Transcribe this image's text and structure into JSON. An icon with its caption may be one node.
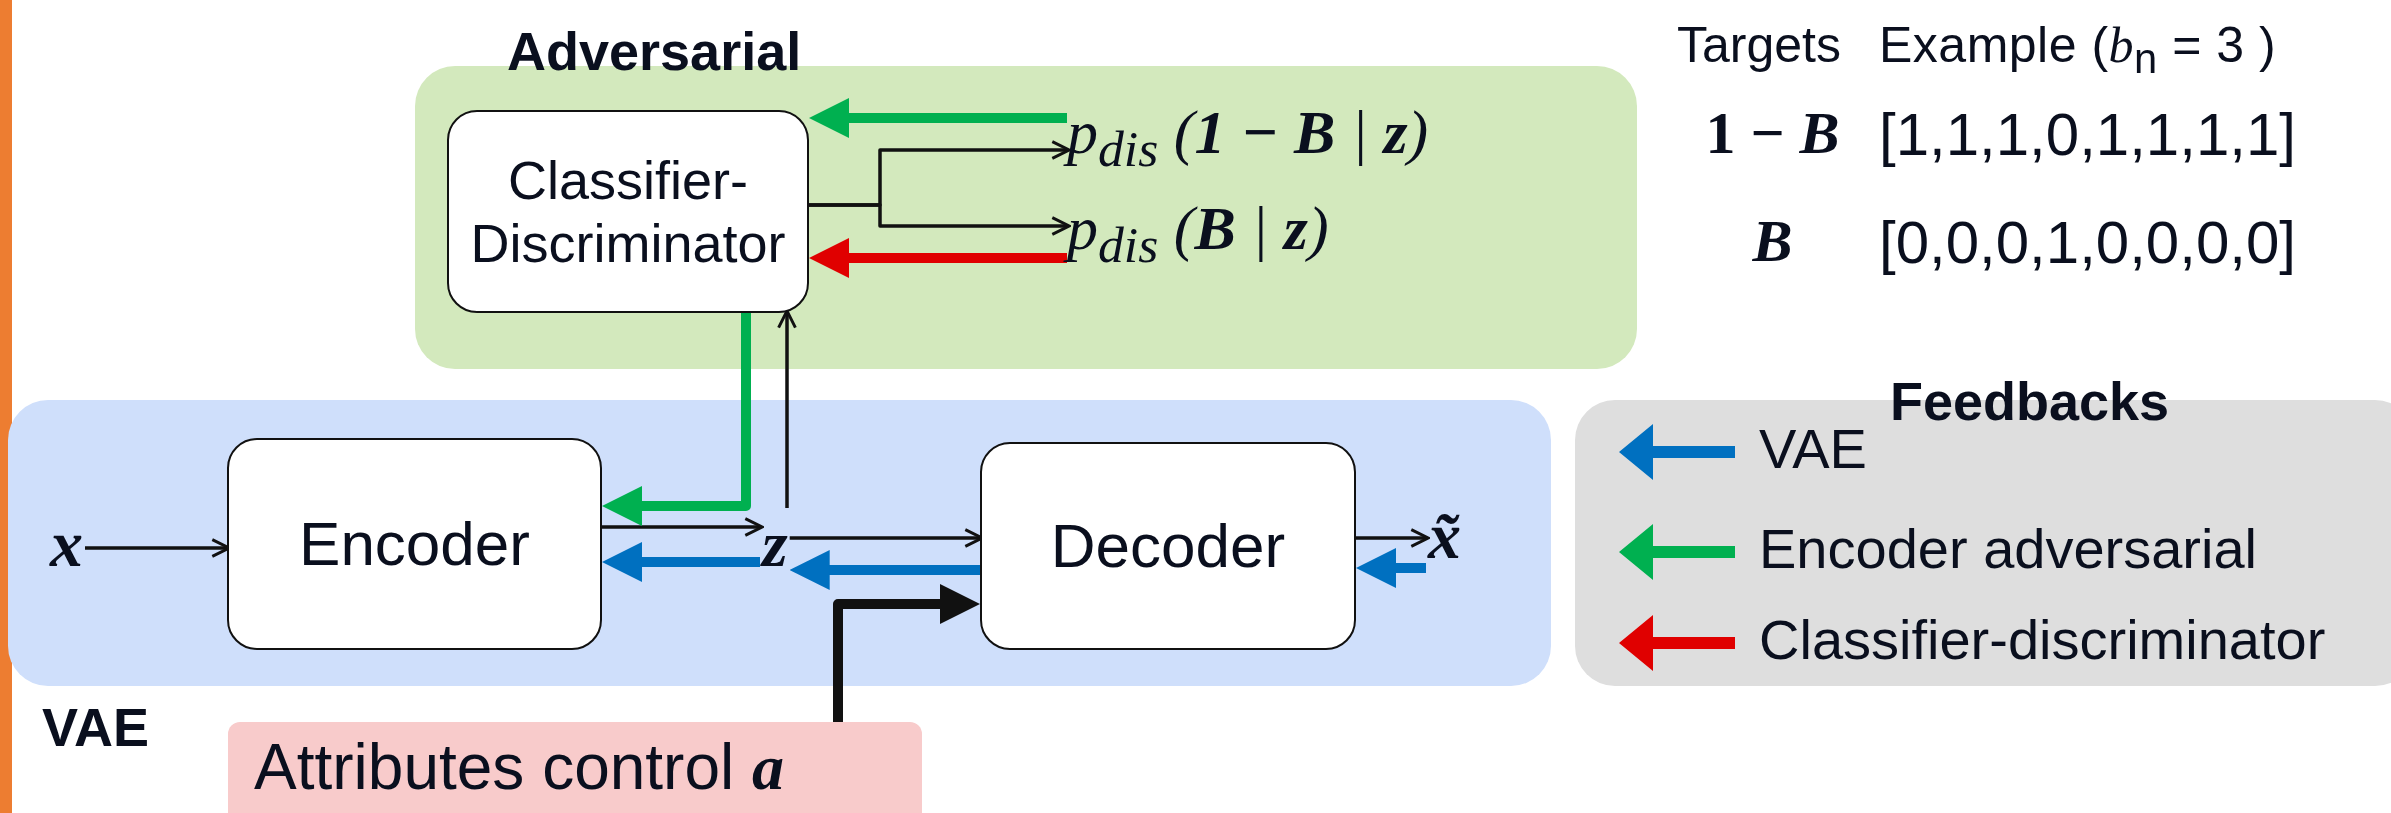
{
  "diagram": {
    "nodes": [
      {
        "text": [
          "Adversarial"
        ]
      },
      {
        "text": [
          "Classifier-Discriminator"
        ],
        "in": 0
      },
      {
        "text": [
          "p$_{dis}$ (**1 − B** | **z**)"
        ],
        "in": 0
      },
      {
        "text": [
          "p$_{dis}$ (**B** | **z**)"
        ],
        "in": 0
      },
      {
        "text": [
          "VAE"
        ]
      },
      {
        "text": [
          "x"
        ],
        "in": 4
      },
      {
        "text": [
          "Encoder"
        ],
        "in": 4
      },
      {
        "text": [
          "z"
        ],
        "in": 4
      },
      {
        "text": [
          "Decoder"
        ],
        "in": 4
      },
      {
        "text": [
          "x̃"
        ],
        "in": 4
      },
      {
        "text": [
          "Attributes control **a**"
        ]
      }
    ],
    "edges": [
      {
        "from": 5,
        "to": 6,
        "arrow": "to"
      },
      {
        "from": 6,
        "to": 7,
        "arrow": "to"
      },
      {
        "from": 7,
        "to": 6,
        "arrow": "to",
        "style": "thick",
        "color": "#0070c0"
      },
      {
        "from": 7,
        "to": 8,
        "arrow": "to"
      },
      {
        "from": 8,
        "to": 7,
        "arrow": "to",
        "style": "thick",
        "color": "#0070c0"
      },
      {
        "from": 8,
        "to": 9,
        "arrow": "to"
      },
      {
        "from": 9,
        "to": 8,
        "arrow": "to",
        "style": "thick",
        "color": "#0070c0"
      },
      {
        "from": 7,
        "to": 1,
        "arrow": "to"
      },
      {
        "from": 1,
        "to": 6,
        "arrow": "to",
        "style": "thick",
        "color": "#00b050"
      },
      {
        "from": 10,
        "to": 8,
        "arrow": "to",
        "style": "thick"
      },
      {
        "from": 1,
        "to": 2,
        "arrow": "to"
      },
      {
        "from": 1,
        "to": 3,
        "arrow": "to"
      },
      {
        "from": 2,
        "to": 1,
        "arrow": "to",
        "style": "thick",
        "color": "#00b050"
      },
      {
        "from": 3,
        "to": 1,
        "arrow": "to",
        "style": "thick",
        "color": "#e00000"
      }
    ],
    "labels": [
      "Targets",
      "Example (*b*$_{n}$ = 3 )",
      "1 − *B*",
      "[1,1,1,0,1,1,1,1]",
      "*B*",
      "[0,0,0,1,0,0,0,0]",
      "Feedbacks"
    ],
    "legend": [
      {
        "text": "VAE",
        "color": "#0070c0"
      },
      {
        "text": "Encoder adversarial",
        "color": "#00b050"
      },
      {
        "text": "Classifier-discriminator",
        "color": "#e00000"
      }
    ]
  }
}
